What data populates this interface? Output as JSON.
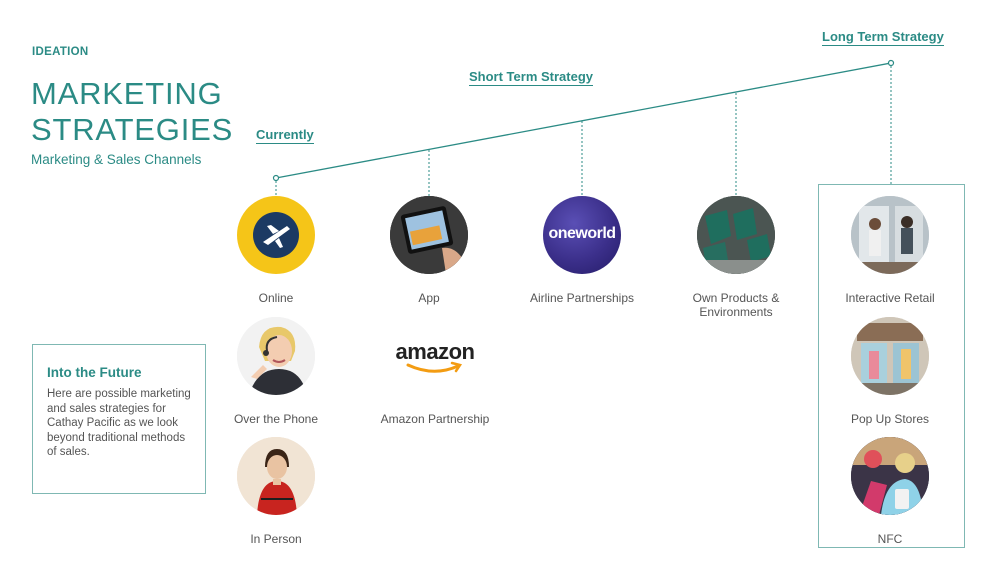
{
  "header": {
    "eyebrow": "IDEATION",
    "title_line1": "MARKETING",
    "title_line2": "STRATEGIES",
    "subtitle": "Marketing & Sales Channels"
  },
  "stages": {
    "current": "Currently",
    "short_term": "Short Term Strategy",
    "long_term": "Long Term Strategy"
  },
  "channels": {
    "online": "Online",
    "app": "App",
    "airline_partnerships": "Airline Partnerships",
    "own_products_line1": "Own Products &",
    "own_products_line2": "Environments",
    "interactive_retail": "Interactive Retail",
    "over_the_phone": "Over the Phone",
    "amazon_partnership": "Amazon Partnership",
    "pop_up_stores": "Pop Up Stores",
    "in_person": "In Person",
    "nfc": "NFC"
  },
  "logos": {
    "oneworld": "oneworld",
    "amazon": "amazon"
  },
  "future_box": {
    "heading": "Into the Future",
    "body": "Here are possible marketing and sales strategies for Cathay Pacific as we look beyond traditional methods of sales."
  },
  "colors": {
    "accent": "#2b8b85",
    "accent_light": "#7fb8b3",
    "expedia_yellow": "#f5c518",
    "expedia_navy": "#1c3a63",
    "oneworld_purple": "#3b2f8a"
  }
}
